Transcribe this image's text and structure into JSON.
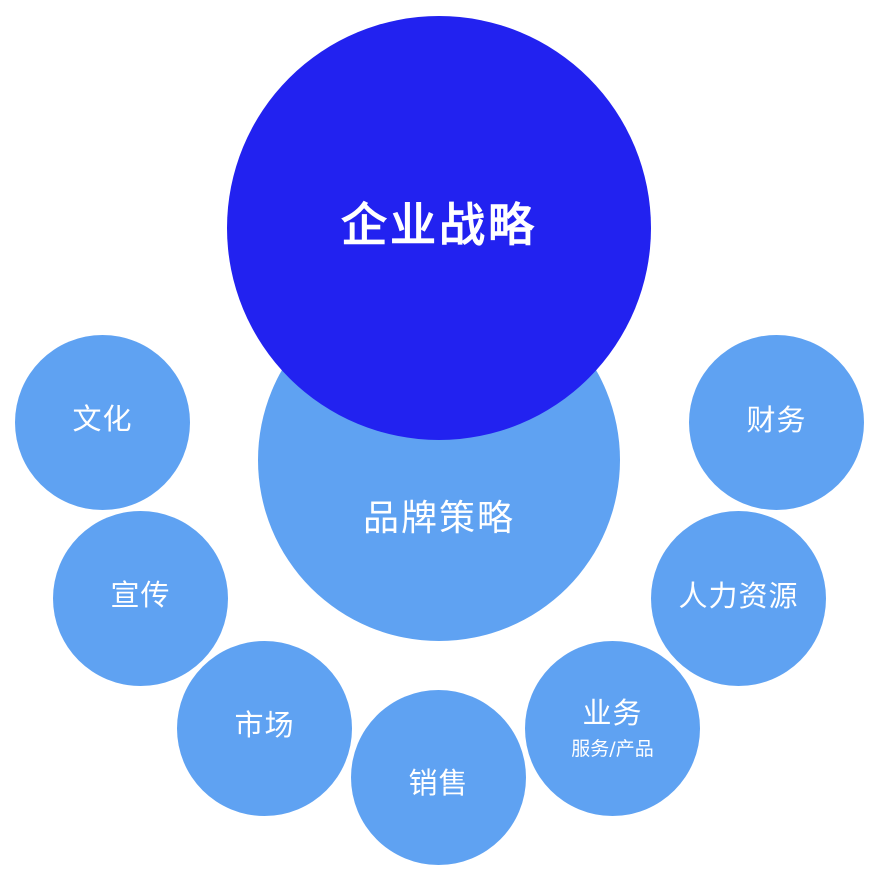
{
  "center_top": {
    "label": "企业战略",
    "color": "#2222f0"
  },
  "center_bottom": {
    "label": "品牌策略",
    "color": "#5fa2f2"
  },
  "satellites": {
    "culture": {
      "label": "文化"
    },
    "publicity": {
      "label": "宣传"
    },
    "market": {
      "label": "市场"
    },
    "sales": {
      "label": "销售"
    },
    "business": {
      "label": "业务",
      "sublabel": "服务/产品"
    },
    "hr": {
      "label": "人力资源"
    },
    "finance": {
      "label": "财务"
    }
  },
  "colors": {
    "satellite": "#5fa2f2",
    "text": "#ffffff",
    "background": "#ffffff"
  }
}
